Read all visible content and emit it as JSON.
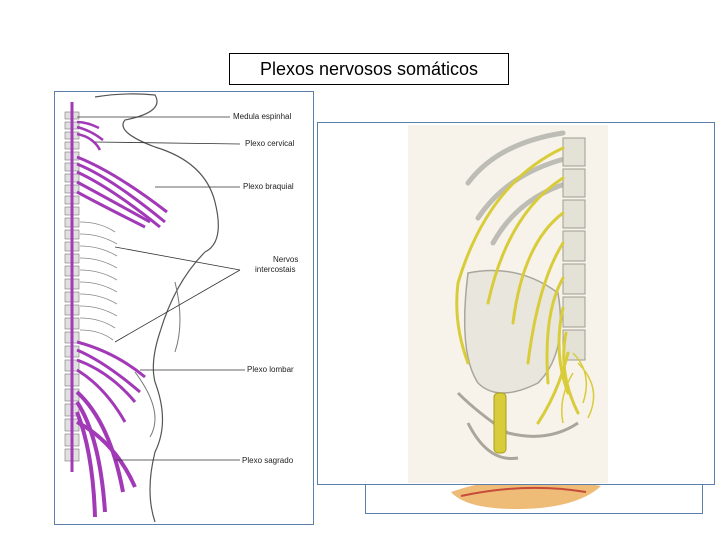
{
  "title": "Plexos nervosos somáticos",
  "labels": {
    "medula": "Medula espinhal",
    "cervical": "Plexo cervical",
    "braquial": "Plexo braquial",
    "nervos_l1": "Nervos",
    "nervos_l2": "intercostais",
    "lombar": "Plexo lombar",
    "sagrado": "Plexo sagrado"
  },
  "colors": {
    "nerve_purple": "#a23ab8",
    "nerve_yellow": "#d9cc3a",
    "border_blue": "#5b7fa8",
    "bone": "#d8d8d8"
  }
}
